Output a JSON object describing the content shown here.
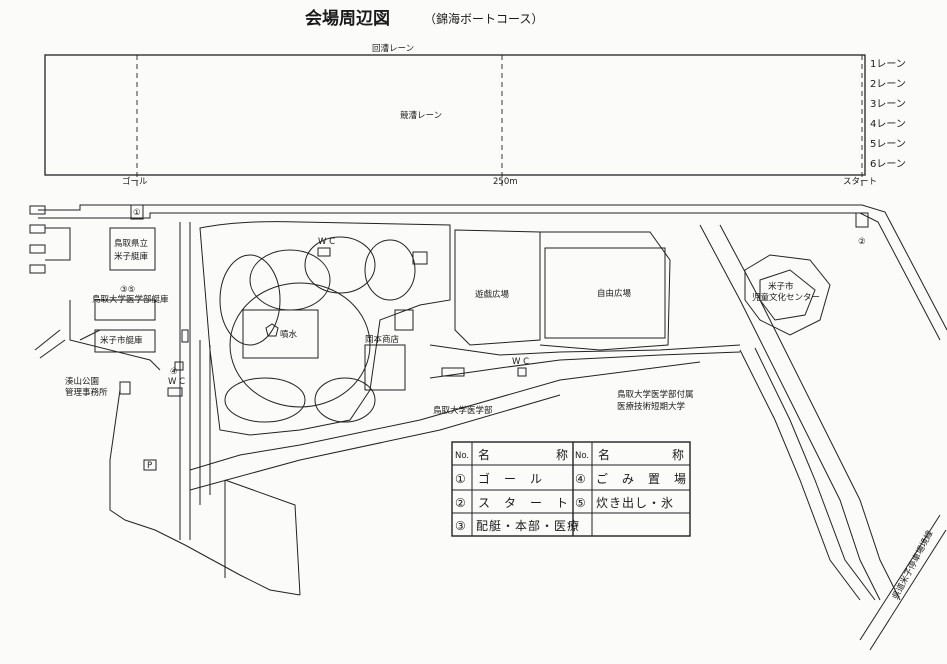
{
  "title": "会場周辺図",
  "subtitle": "（錦海ボートコース）",
  "course": {
    "return_lane": "回漕レーン",
    "race_lane": "競漕レーン",
    "lanes": [
      "1レーン",
      "2レーン",
      "3レーン",
      "4レーン",
      "5レーン",
      "6レーン"
    ],
    "goal": "ゴール",
    "mid": "250m",
    "start": "スタート"
  },
  "labels": {
    "boathouse_pref": [
      "鳥取県立",
      "米子艇庫"
    ],
    "marker_35": "③⑤",
    "boathouse_univ": "鳥取大学医学部艇庫",
    "boathouse_city": "米子市艇庫",
    "park_office": [
      "湊山公園",
      "管理事務所"
    ],
    "marker_4": "④",
    "wc": "W C",
    "parking": "P",
    "fountain": "噴水",
    "okamoto": "岡本商店",
    "play_square": "遊戯広場",
    "free_square": "自由広場",
    "culture_center": [
      "米子市",
      "児童文化センター"
    ],
    "med_school": "鳥取大学医学部",
    "tech_college": [
      "鳥取大学医学部付属",
      "医療技術短期大学"
    ],
    "road": "県道米子停車場境線",
    "marker_1": "①",
    "marker_2": "②"
  },
  "legend": {
    "headers": [
      "No.",
      "名",
      "称",
      "No.",
      "名",
      "称"
    ],
    "rows": [
      {
        "no1": "①",
        "name1": "ゴ　ー　ル",
        "no2": "④",
        "name2": "ご　み　置　場"
      },
      {
        "no1": "②",
        "name1": "ス　タ　ー　ト",
        "no2": "⑤",
        "name2": "炊き出し・氷"
      },
      {
        "no1": "③",
        "name1": "配艇・本部・医療",
        "no2": "",
        "name2": ""
      }
    ]
  }
}
